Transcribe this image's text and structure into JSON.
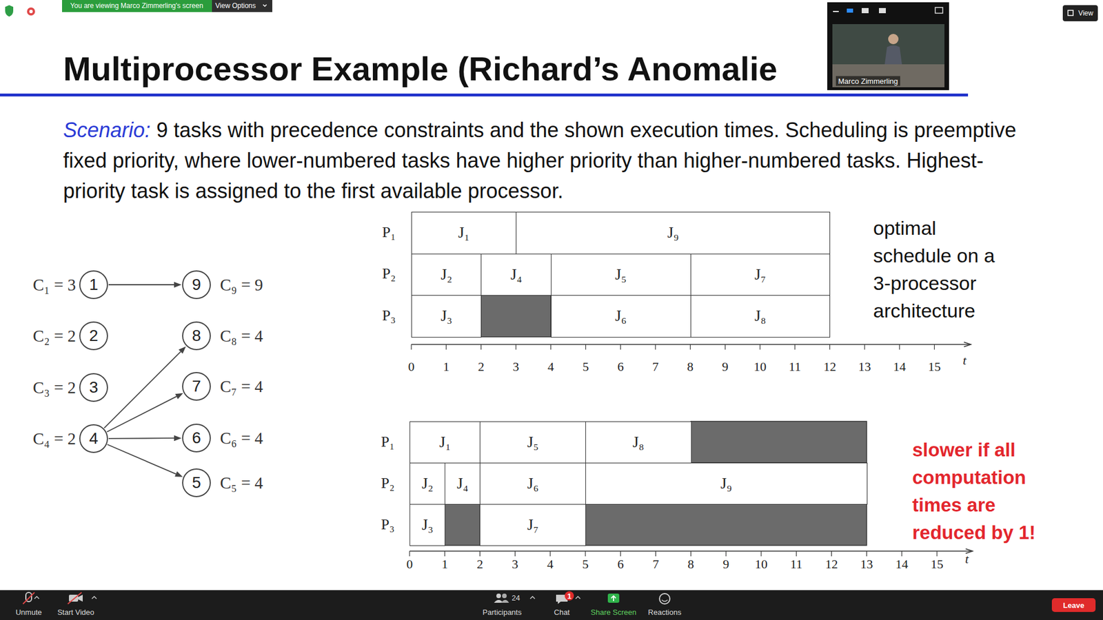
{
  "diagram": {
    "title": "Multiprocessor Example (Richard’s Anomalie",
    "nodes": [
      {
        "text": [
          "1"
        ]
      },
      {
        "text": [
          "9"
        ]
      },
      {
        "text": [
          "2"
        ]
      },
      {
        "text": [
          "8"
        ]
      },
      {
        "text": [
          "3"
        ]
      },
      {
        "text": [
          "7"
        ]
      },
      {
        "text": [
          "4"
        ]
      },
      {
        "text": [
          "6"
        ]
      },
      {
        "text": [
          "5"
        ]
      },
      {
        "text": [
          "J₁"
        ]
      },
      {
        "text": [
          "J₉"
        ]
      },
      {
        "text": [
          "J₂"
        ]
      },
      {
        "text": [
          "J₄"
        ]
      },
      {
        "text": [
          "J₅"
        ]
      },
      {
        "text": [
          "J₇"
        ]
      },
      {
        "text": [
          "J₃"
        ]
      },
      {
        "text": [
          "J₆"
        ]
      },
      {
        "text": [
          "J₈"
        ]
      },
      {
        "text": [
          "J₁"
        ]
      },
      {
        "text": [
          "J₅"
        ]
      },
      {
        "text": [
          "J₈"
        ]
      },
      {
        "text": [
          "J₂"
        ]
      },
      {
        "text": [
          "J₄"
        ]
      },
      {
        "text": [
          "J₆"
        ]
      },
      {
        "text": [
          "J₉"
        ]
      },
      {
        "text": [
          "J₃"
        ]
      },
      {
        "text": [
          "J₇"
        ]
      }
    ],
    "edges": [
      {
        "from": 0,
        "to": 1,
        "arrow": "to"
      },
      {
        "from": 6,
        "to": 3,
        "arrow": "to"
      },
      {
        "from": 6,
        "to": 5,
        "arrow": "to"
      },
      {
        "from": 6,
        "to": 7,
        "arrow": "to"
      },
      {
        "from": 6,
        "to": 8,
        "arrow": "to"
      }
    ],
    "labels": [
      "You are viewing Marco Zimmerling's screen",
      "View Options",
      "View",
      "Marco Zimmerling",
      "Scenario:",
      "9 tasks with precedence constraints and the shown execution times. Scheduling is preemptive fixed priority, where lower-numbered tasks have higher priority than higher-numbered tasks. Highest-priority task is assigned to the first available processor.",
      "C₁ = 3",
      "C₉ = 9",
      "C₂ = 2",
      "C₈ = 4",
      "C₃ = 2",
      "C₇ = 4",
      "C₄ = 2",
      "C₆ = 4",
      "C₅ = 4",
      "P₁",
      "P₂",
      "P₃",
      "0",
      "1",
      "2",
      "3",
      "4",
      "5",
      "6",
      "7",
      "8",
      "9",
      "10",
      "11",
      "12",
      "13",
      "14",
      "15",
      "t",
      "optimal schedule on a 3-processor architecture",
      "P₁",
      "P₂",
      "P₃",
      "0",
      "1",
      "2",
      "3",
      "4",
      "5",
      "6",
      "7",
      "8",
      "9",
      "10",
      "11",
      "12",
      "13",
      "14",
      "15",
      "t",
      "slower if all computation times are reduced by 1!",
      "Unmute",
      "Start Video",
      "24",
      "Participants",
      "1",
      "Chat",
      "Share Screen",
      "Reactions",
      "Leave"
    ]
  }
}
